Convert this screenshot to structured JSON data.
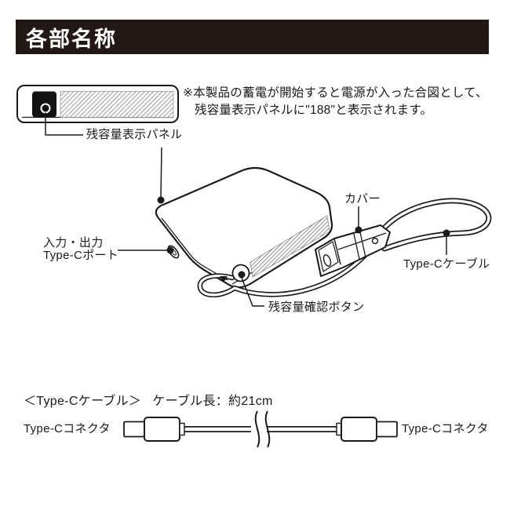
{
  "header": {
    "title": "各部名称"
  },
  "panel_figure": {
    "label": "残容量表示パネル"
  },
  "note": {
    "line1": "※本製品の蓄電が開始すると電源が入った合図として、",
    "line2": "残容量表示パネルに\"188\"と表示されます。"
  },
  "device_figure": {
    "port_label_line1": "入力・出力",
    "port_label_line2": "Type-Cポート",
    "cover_label": "カバー",
    "cable_label": "Type-Cケーブル",
    "button_label": "残容量確認ボタン"
  },
  "cable_section": {
    "title": "＜Type-Cケーブル＞",
    "length": "ケーブル長：約21cm",
    "left_connector_label": "Type-Cコネクタ",
    "right_connector_label": "Type-Cコネクタ"
  },
  "colors": {
    "header_bg": "#231815",
    "line": "#1a1a1a",
    "hatch": "#999999"
  }
}
